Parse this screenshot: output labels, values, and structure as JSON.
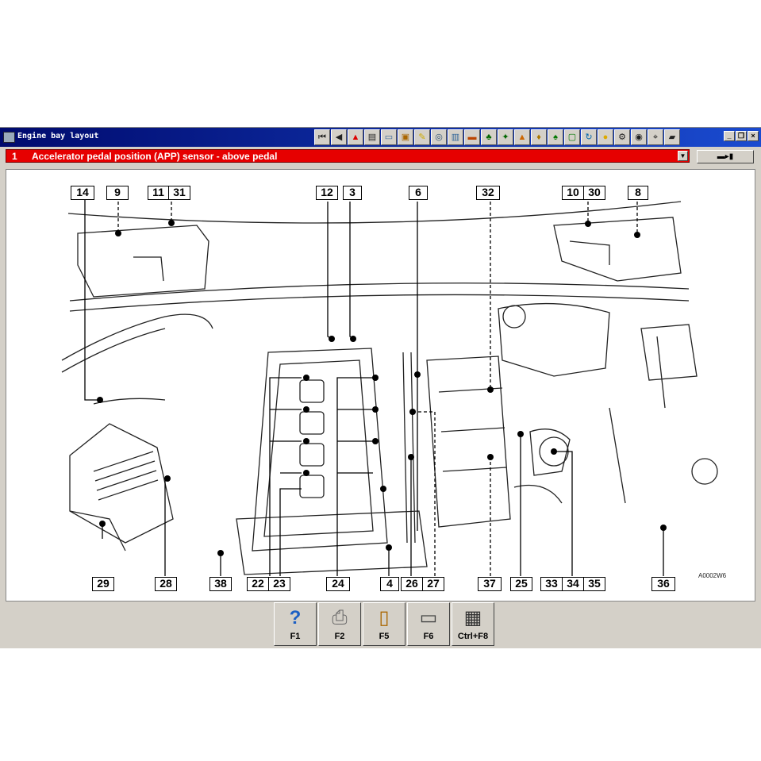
{
  "window": {
    "title": "Engine bay layout"
  },
  "toolbar": {
    "buttons": [
      "first-icon",
      "prev-icon",
      "warning-icon",
      "book-icon",
      "doc-icon",
      "component-icon",
      "tool-icon",
      "gauge-icon",
      "chart-icon",
      "wrench-icon",
      "tree-icon",
      "engine-icon",
      "signal-icon",
      "hazard-icon",
      "car-icon",
      "screen-icon",
      "refresh-icon",
      "bulb-icon",
      "gear-icon",
      "camera-icon",
      "key-icon",
      "car2-icon"
    ]
  },
  "selection": {
    "number": "1",
    "text": "Accelerator pedal position (APP) sensor - above pedal"
  },
  "callouts": {
    "c14": "14",
    "c9": "9",
    "c11": "11",
    "c31": "31",
    "c12": "12",
    "c3": "3",
    "c6": "6",
    "c32": "32",
    "c10": "10",
    "c30": "30",
    "c8": "8",
    "c29": "29",
    "c28": "28",
    "c38": "38",
    "c22": "22",
    "c23": "23",
    "c24": "24",
    "c4": "4",
    "c26": "26",
    "c27": "27",
    "c37": "37",
    "c25": "25",
    "c33": "33",
    "c34": "34",
    "c35": "35",
    "c36": "36"
  },
  "figure_id": "A0002W6",
  "function_keys": [
    {
      "label": "F1",
      "icon": "help-icon"
    },
    {
      "label": "F2",
      "icon": "printer-icon"
    },
    {
      "label": "F5",
      "icon": "document-icon"
    },
    {
      "label": "F6",
      "icon": "print-icon"
    },
    {
      "label": "Ctrl+F8",
      "icon": "grid-icon"
    }
  ]
}
